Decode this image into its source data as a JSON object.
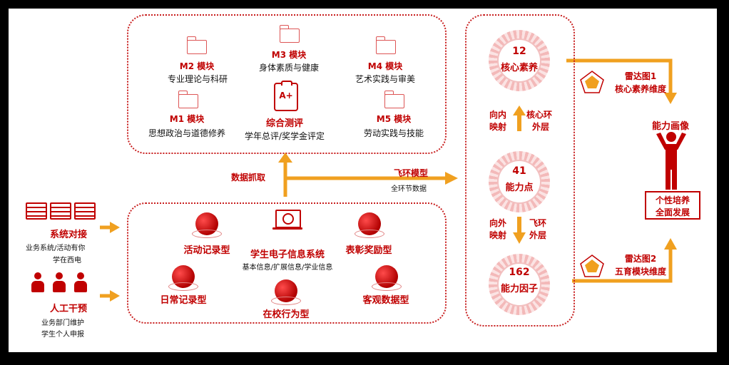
{
  "top_box": {
    "m1": {
      "title": "M1 模块",
      "sub": "思想政治与道德修养"
    },
    "m2": {
      "title": "M2 模块",
      "sub": "专业理论与科研"
    },
    "m3": {
      "title": "M3 模块",
      "sub": "身体素质与健康"
    },
    "m4": {
      "title": "M4 模块",
      "sub": "艺术实践与审美"
    },
    "m5": {
      "title": "M5 模块",
      "sub": "劳动实践与技能"
    },
    "center": {
      "title": "综合测评",
      "sub": "学年总评/奖学金评定",
      "badge": "A+"
    }
  },
  "middle": {
    "data_fetch": "数据抓取",
    "flying_model": "飞环模型",
    "full_data": "全环节数据"
  },
  "bottom_box": {
    "center_title": "学生电子信息系统",
    "center_sub": "基本信息/扩展信息/学业信息",
    "activity": "活动记录型",
    "honor": "表彰奖励型",
    "daily": "日常记录型",
    "behavior": "在校行为型",
    "objective": "客观数据型"
  },
  "left": {
    "system_title": "系统对接",
    "system_sub1": "业务系统/活动有你",
    "system_sub2": "学在西电",
    "manual_title": "人工干预",
    "manual_sub1": "业务部门维护",
    "manual_sub2": "学生个人申报"
  },
  "right_col": {
    "ring1_num": "12",
    "ring1_label": "核心素养",
    "ring2_num": "41",
    "ring2_label": "能力点",
    "ring3_num": "162",
    "ring3_label": "能力因子",
    "map_in1": "向内",
    "map_in2": "映射",
    "core1": "核心环",
    "core2": "外层",
    "map_out1": "向外",
    "map_out2": "映射",
    "fly1": "飞环",
    "fly2": "外层"
  },
  "far_right": {
    "radar1_a": "雷达图1",
    "radar1_b": "核心素养维度",
    "radar2_a": "雷达图2",
    "radar2_b": "五育模块维度",
    "portrait": "能力画像",
    "pers1": "个性培养",
    "pers2": "全面发展"
  },
  "colors": {
    "red": "#c00000",
    "orange": "#f0a020",
    "dash": "#c81e1e"
  }
}
